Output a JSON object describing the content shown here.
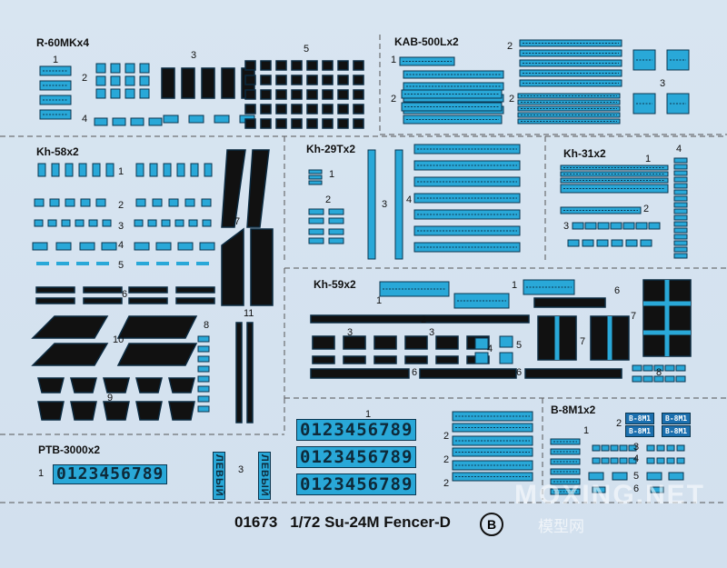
{
  "sections": {
    "r60": "R-60MKx4",
    "kab": "KAB-500Lx2",
    "kh58": "Kh-58x2",
    "kh29": "Kh-29Tx2",
    "kh31": "Kh-31x2",
    "kh59": "Kh-59x2",
    "ptb": "PTB-3000x2",
    "b8m1": "B-8M1x2"
  },
  "numerals": [
    "1",
    "2",
    "3",
    "4",
    "5",
    "6",
    "7",
    "8",
    "9",
    "10",
    "11"
  ],
  "digit_strip": "0123456789",
  "ptb_vertical": "ЛЕВЫЙ",
  "b8m1_tag": "B-8M1",
  "footer": {
    "code": "01673",
    "title": "1/72 Su-24M Fencer-D",
    "variant": "B"
  },
  "watermark": {
    "main": "MOXING.NET",
    "sub": "模型网"
  },
  "colors": {
    "decal_blue": "#29a8d8",
    "dark": "#0b3650",
    "black": "#111111",
    "background": "#d6e3f0"
  }
}
